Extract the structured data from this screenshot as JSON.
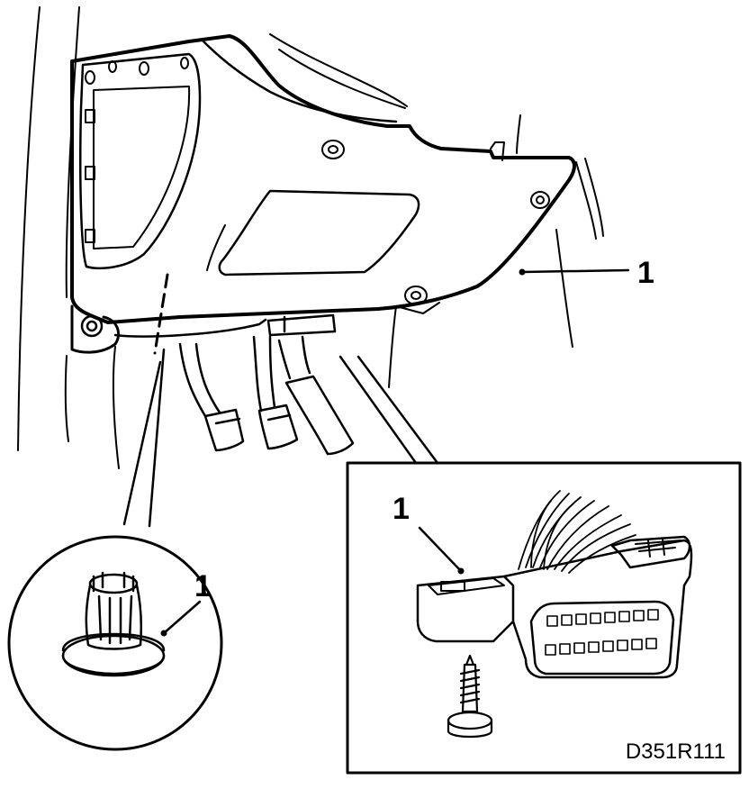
{
  "figure": {
    "code": "D351R111",
    "callouts": {
      "panel": "1",
      "clip_detail": "1",
      "connector_detail": "1"
    }
  },
  "colors": {
    "ink": "#000000",
    "paper": "#ffffff",
    "shade": "#9a9a9a"
  }
}
